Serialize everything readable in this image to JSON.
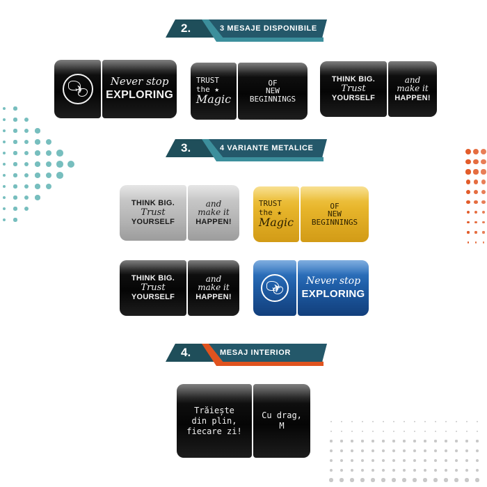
{
  "sections": [
    {
      "number": "2.",
      "label": "3 MESAJE DISPONIBILE",
      "accent_color": "#3c8f9c"
    },
    {
      "number": "3.",
      "label": "4 VARIANTE METALICE",
      "accent_color": "#3c8f9c"
    },
    {
      "number": "4.",
      "label": "MESAJ INTERIOR",
      "accent_color": "#e0531f"
    }
  ],
  "messages": {
    "never_stop": {
      "line1": "Never stop",
      "line2": "EXPLORING"
    },
    "trust_magic": {
      "line1": "TRUST",
      "line2": "the",
      "line3": "Magic",
      "right1": "OF",
      "right2": "NEW",
      "right3": "BEGINNINGS"
    },
    "think_big": {
      "line1": "THINK BIG.",
      "line2": "Trust",
      "line3": "YOURSELF",
      "right1": "and",
      "right2": "make it",
      "right3": "HAPPEN!"
    }
  },
  "interior": {
    "left1": "Trăiește",
    "left2": "din plin,",
    "left3": "fiecare zi!",
    "right1": "Cu drag,",
    "right2": "M"
  },
  "icons": [
    "globe-plane-icon",
    "star-icon"
  ],
  "colors": {
    "teal_dark": "#1f4e5a",
    "teal_accent": "#3c8f9c",
    "orange_accent": "#e0531f",
    "dot_teal": "#5fb3b3",
    "dot_orange": "#e0531f"
  }
}
